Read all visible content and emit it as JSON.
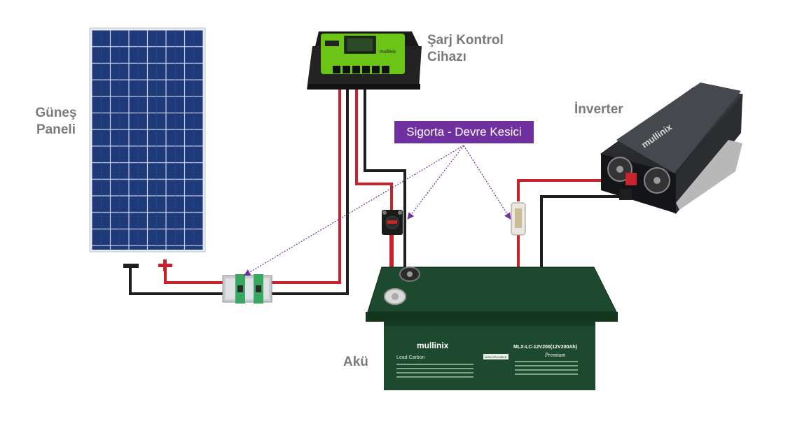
{
  "labels": {
    "solar_panel": [
      "Güneş",
      "Paneli"
    ],
    "charge_controller": [
      "Şarj Kontrol",
      "Cihazı"
    ],
    "inverter": "İnverter",
    "battery": "Akü",
    "fuse_callout": "Sigorta - Devre Kesici"
  },
  "terminal_symbols": {
    "negative": "−",
    "positive": "+"
  },
  "device_markings": {
    "controller_brand": "mullinix",
    "inverter_brand": "mullinix",
    "battery_brand": "mullinix",
    "battery_model": "MLX-LC-12V200(12V200Ah)",
    "battery_type": "Lead Carbon",
    "battery_grade": "Premium",
    "battery_badge": "NON-SPILLABLE"
  },
  "colors": {
    "positive_wire": "#c8232c",
    "negative_wire": "#1e1e1e",
    "callout": "#7030a0",
    "label_text": "#7a7a7a",
    "panel_cell": "#1f3a78",
    "controller_green": "#6cc417",
    "battery_green": "#1d4a2e",
    "breaker_green": "#3aa862"
  }
}
